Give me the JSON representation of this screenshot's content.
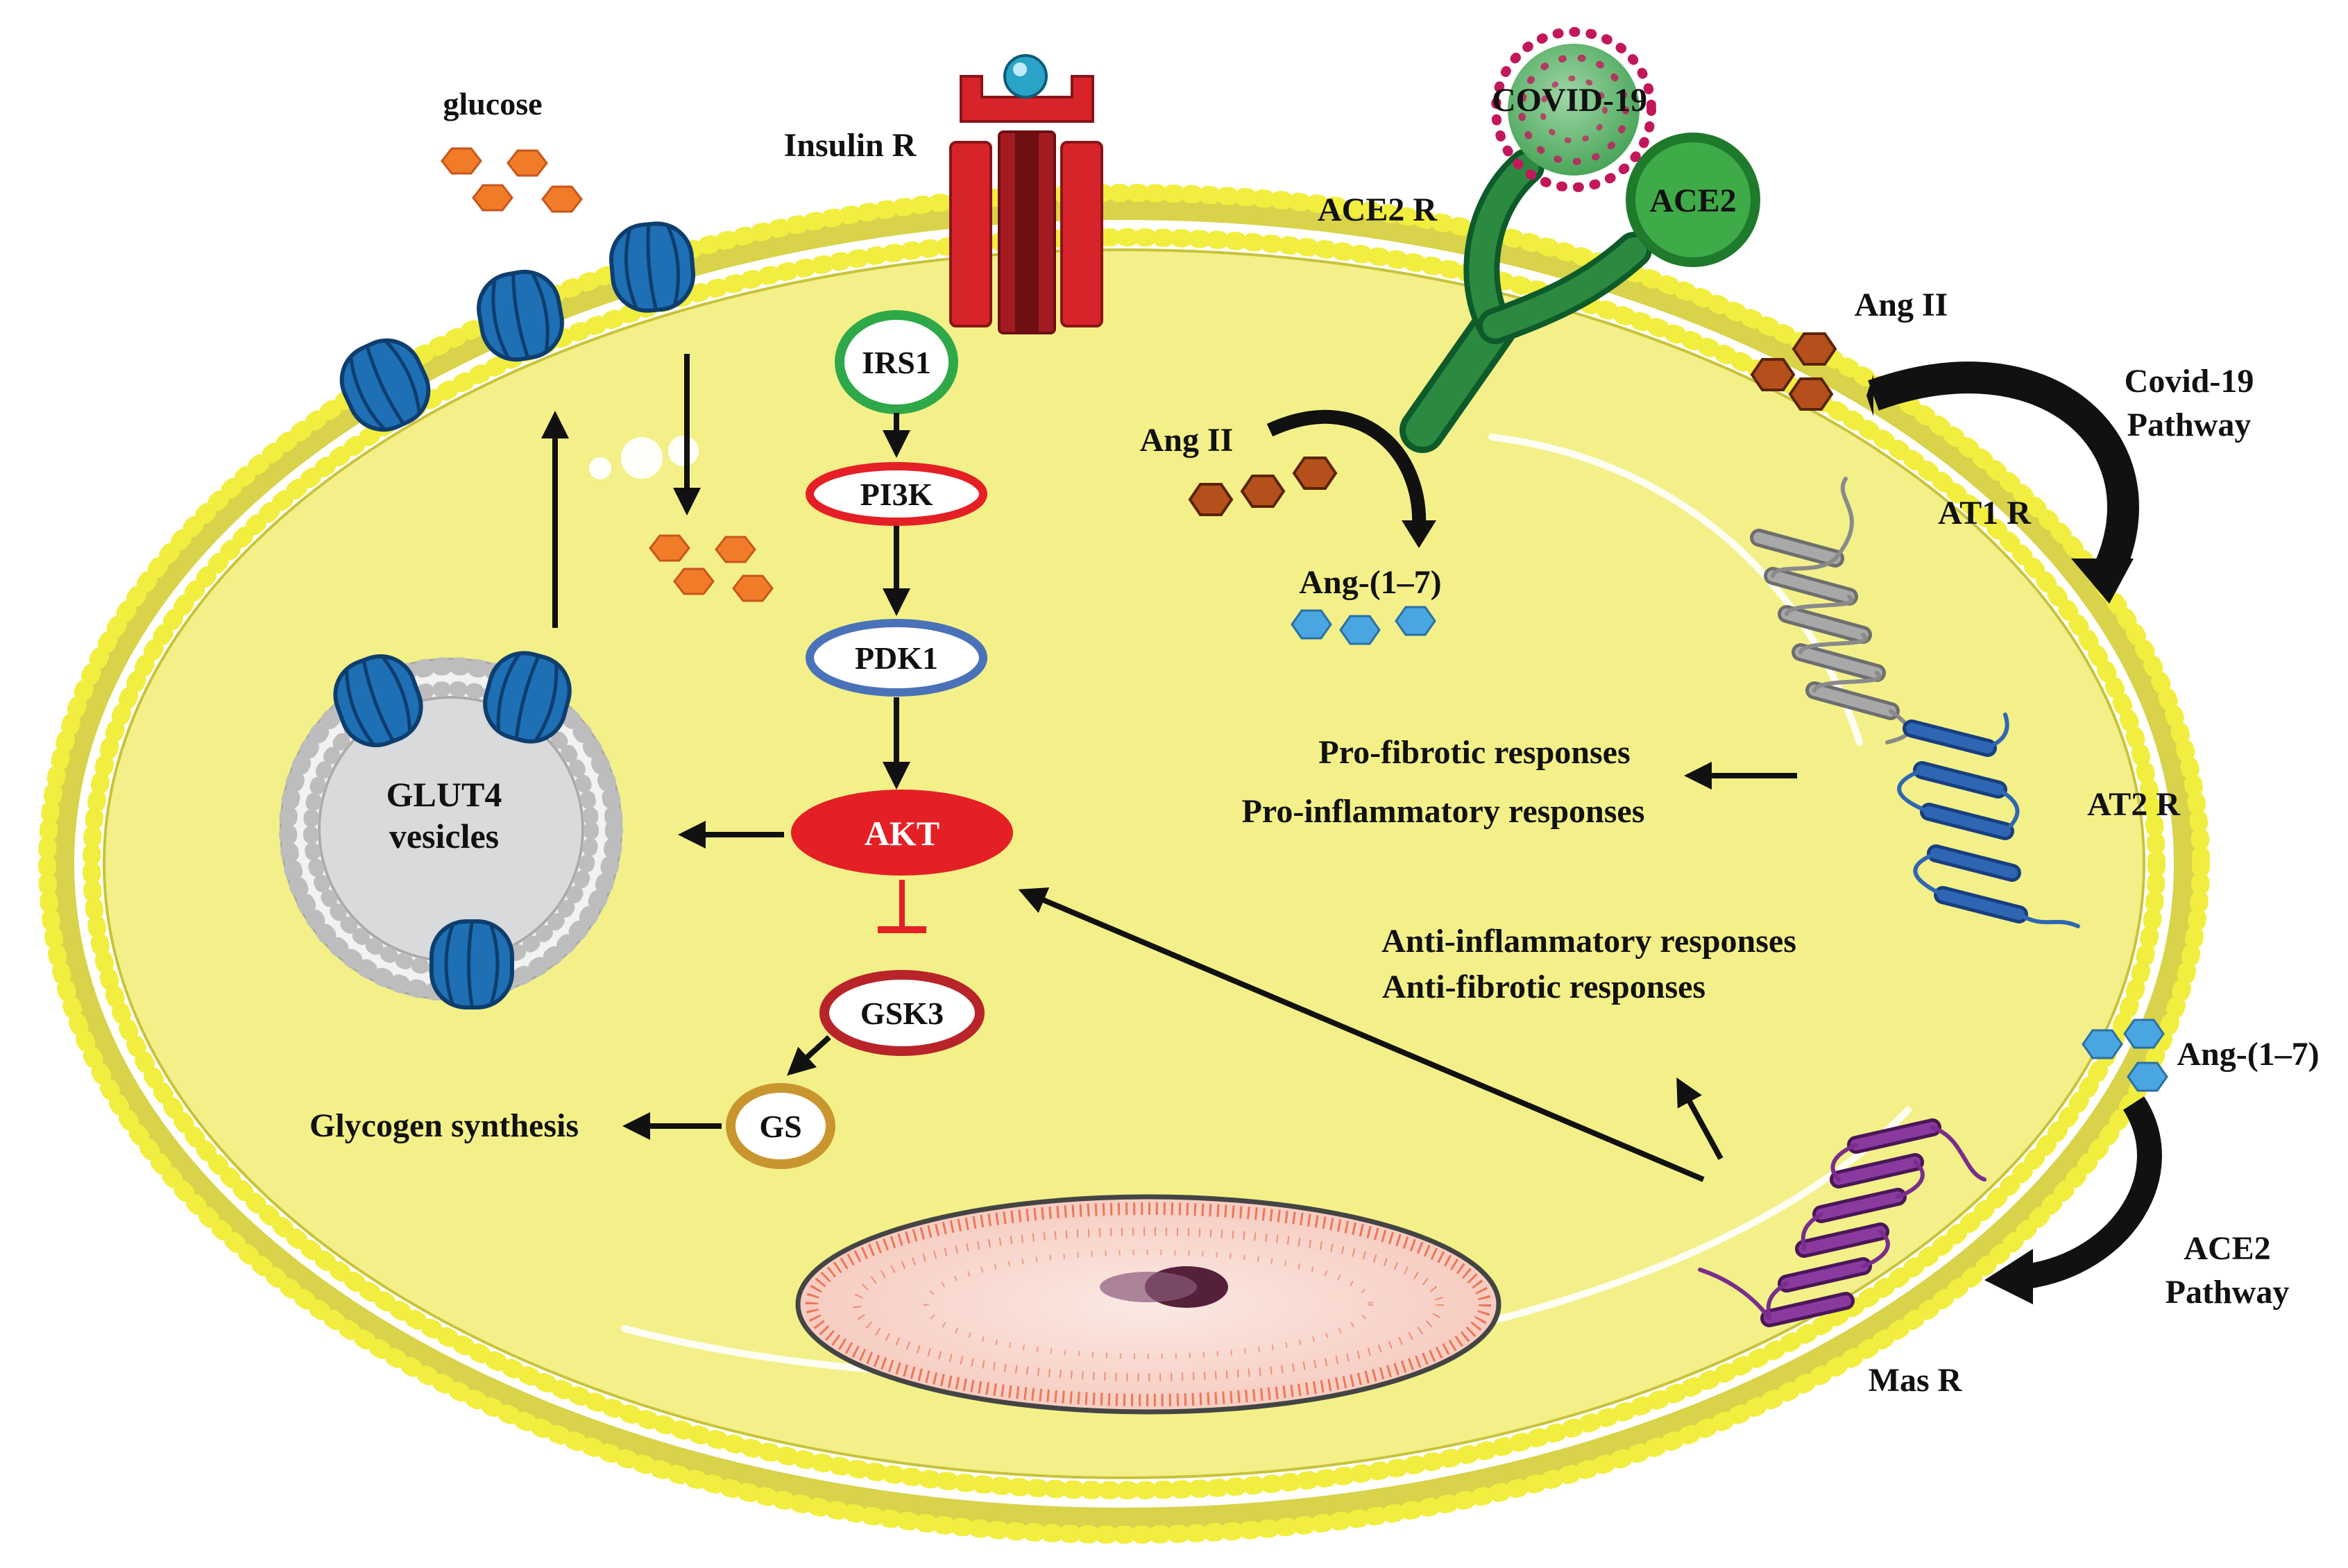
{
  "colors": {
    "cytoplasm": "#f3f089",
    "membrane_head": "#f2ee3f",
    "glut": "#1f6fb5",
    "irs1": "#2fa84a",
    "pi3k": "#e42026",
    "pdk1": "#4a72b8",
    "akt": "#e42026",
    "gsk3": "#b8242a",
    "gs": "#c9952e",
    "glucose": "#f07c2a",
    "ang2": "#b5501c",
    "ang17": "#4aa6e0",
    "ace2": "#3eaa48",
    "at1": "#9a9a9a",
    "at2": "#2f66b3",
    "mas": "#7a2d8c",
    "insulin_receptor": "#d6242a"
  },
  "labels": {
    "glucose": "glucose",
    "insulin_r": "Insulin R",
    "covid19": "COVID-19",
    "ace2_r": "ACE2 R",
    "ace2": "ACE2",
    "ang2_top": "Ang II",
    "covid_pathway_1": "Covid-19",
    "covid_pathway_2": "Pathway",
    "ang2_inner": "Ang II",
    "ang17_inner": "Ang-(1–7)",
    "at1_r": "AT1 R",
    "at2_r": "AT2 R",
    "mas_r": "Mas R",
    "ang17_outer": "Ang-(1–7)",
    "ace2_pathway_1": "ACE2",
    "ace2_pathway_2": "Pathway",
    "pro_fibrotic": "Pro-fibrotic responses",
    "pro_inflammatory": "Pro-inflammatory responses",
    "anti_inflammatory": "Anti-inflammatory responses",
    "anti_fibrotic": "Anti-fibrotic responses",
    "irs1": "IRS1",
    "pi3k": "PI3K",
    "pdk1": "PDK1",
    "akt": "AKT",
    "gsk3": "GSK3",
    "gs": "GS",
    "glycogen": "Glycogen synthesis",
    "glut4_1": "GLUT4",
    "glut4_2": "vesicles"
  }
}
